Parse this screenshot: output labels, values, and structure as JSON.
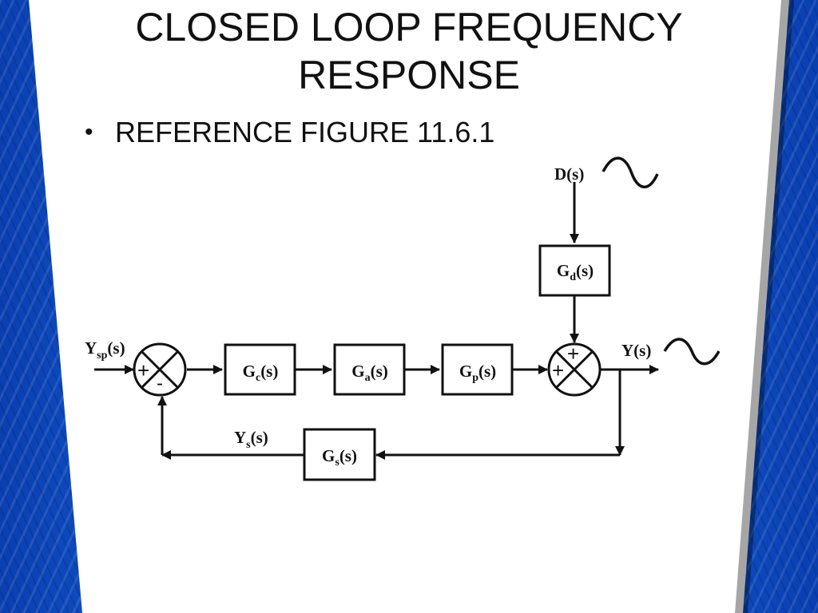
{
  "slide": {
    "title_line1": "CLOSED LOOP FREQUENCY",
    "title_line2": "RESPONSE",
    "bullets": [
      "REFERENCE FIGURE 11.6.1"
    ]
  },
  "diagram": {
    "blocks": {
      "gc": {
        "main": "G",
        "sub": "c",
        "tail": "(s)"
      },
      "ga": {
        "main": "G",
        "sub": "a",
        "tail": "(s)"
      },
      "gp": {
        "main": "G",
        "sub": "p",
        "tail": "(s)"
      },
      "gd": {
        "main": "G",
        "sub": "d",
        "tail": "(s)"
      },
      "gs": {
        "main": "G",
        "sub": "s",
        "tail": "(s)"
      }
    },
    "signals": {
      "ysp": {
        "main": "Y",
        "sub": "sp",
        "tail": "(s)"
      },
      "ys": {
        "main": "Y",
        "sub": "s",
        "tail": "(s)"
      },
      "y": "Y(s)",
      "d": "D(s)"
    },
    "sum1_signs": {
      "plus": "+",
      "minus": "-"
    },
    "sum2_signs": {
      "plus_top": "+",
      "plus_left": "+"
    }
  },
  "colors": {
    "accent_blue": "#1560d8",
    "line": "#111111",
    "panel": "#ffffff"
  }
}
